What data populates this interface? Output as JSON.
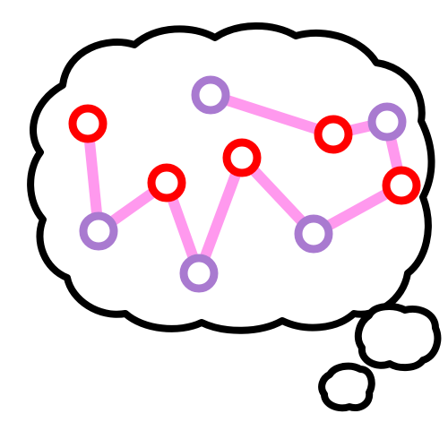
{
  "colors": {
    "background": "#ffffff",
    "outline": "#000000",
    "bubble_fill": "#ffffff",
    "edge": "#ff99ee",
    "node_red": "#ff0000",
    "node_purple": "#a97ad0"
  },
  "graph": {
    "node_count": 10,
    "edge_count": 9,
    "node_colors": [
      "red",
      "purple",
      "red",
      "purple",
      "red",
      "purple",
      "red",
      "purple",
      "red",
      "purple"
    ],
    "path_order": [
      0,
      3,
      4,
      5,
      6,
      7,
      8,
      9,
      2,
      1
    ]
  },
  "icons": {
    "bubble": "thought-bubble-icon",
    "trail_large": "thought-puff-large-icon",
    "trail_small": "thought-puff-small-icon"
  }
}
